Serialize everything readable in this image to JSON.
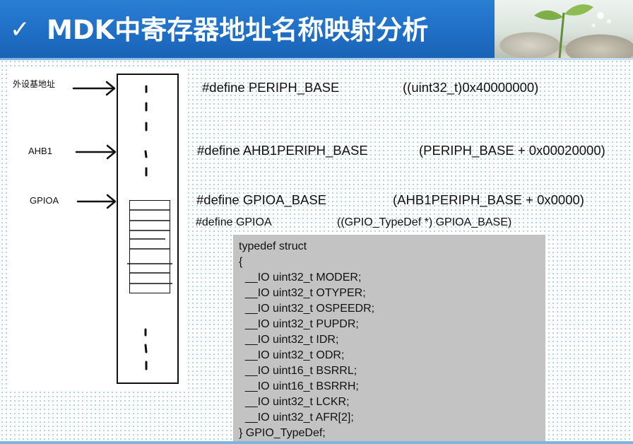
{
  "header": {
    "check_symbol": "✓",
    "title": "MDK中寄存器地址名称映射分析"
  },
  "diagram": {
    "labels": {
      "periph": "外设基地址",
      "ahb1": "AHB1",
      "gpioa": "GPIOA"
    }
  },
  "defines": [
    {
      "name": "#define PERIPH_BASE",
      "value": "((uint32_t)0x40000000)"
    },
    {
      "name": "#define AHB1PERIPH_BASE",
      "value": "(PERIPH_BASE + 0x00020000)"
    },
    {
      "name": "#define GPIOA_BASE",
      "value": "(AHB1PERIPH_BASE + 0x0000)"
    },
    {
      "name": "#define GPIOA",
      "value": "((GPIO_TypeDef *) GPIOA_BASE)"
    }
  ],
  "code": {
    "lines": [
      "typedef struct",
      "{",
      "  __IO uint32_t MODER;",
      "  __IO uint32_t OTYPER;",
      "  __IO uint32_t OSPEEDR;",
      "  __IO uint32_t PUPDR;",
      "  __IO uint32_t IDR;",
      "  __IO uint32_t ODR;",
      "  __IO uint16_t BSRRL;",
      "  __IO uint16_t BSRRH;",
      "  __IO uint32_t LCKR;",
      "  __IO uint32_t AFR[2];",
      "} GPIO_TypeDef;"
    ]
  },
  "colors": {
    "header_blue": "#1f6fc6",
    "code_panel": "#c3c3c3",
    "dot_pattern": "#9dc6d2"
  },
  "icons": {
    "check": "check-icon",
    "arrow": "arrow-right-icon"
  }
}
